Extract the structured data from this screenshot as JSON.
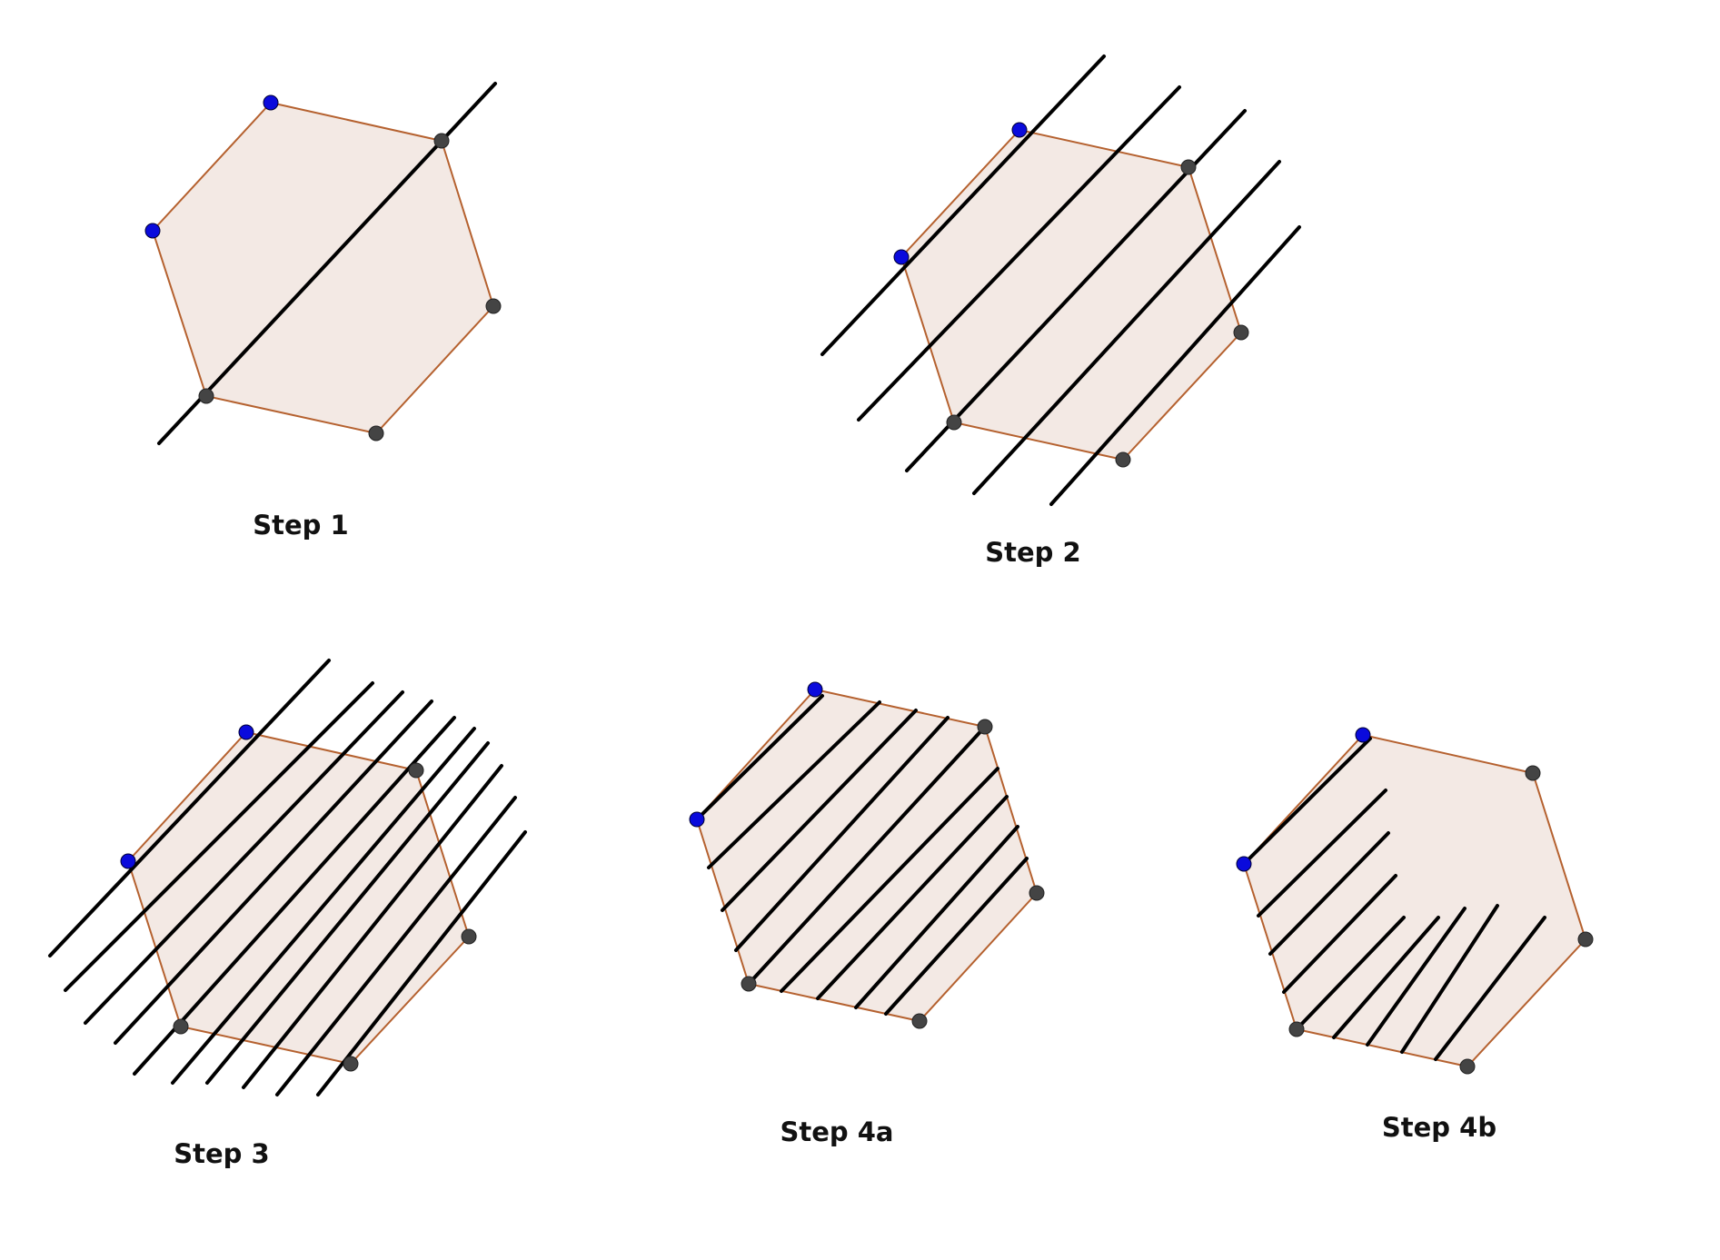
{
  "colors": {
    "polygon_fill": "#f3e9e4",
    "polygon_edge": "#b5612f",
    "line": "#000000",
    "point_blue": "#0a0adc",
    "point_gray": "#444444"
  },
  "steps": [
    {
      "label": "Step 1"
    },
    {
      "label": "Step 2"
    },
    {
      "label": "Step 3"
    },
    {
      "label": "Step 4a"
    },
    {
      "label": "Step 4b"
    }
  ]
}
